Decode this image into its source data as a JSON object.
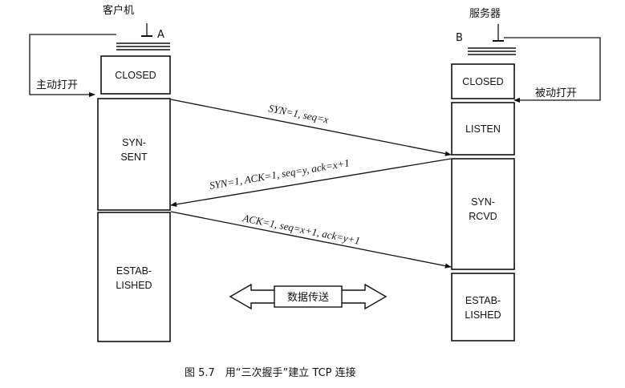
{
  "client": {
    "title": "客户机",
    "id": "A",
    "action": "主动打开"
  },
  "server": {
    "title": "服务器",
    "id": "B",
    "action": "被动打开"
  },
  "client_states": {
    "closed": "CLOSED",
    "syn_sent_1": "SYN-",
    "syn_sent_2": "SENT",
    "established_1": "ESTAB-",
    "established_2": "LISHED"
  },
  "server_states": {
    "closed": "CLOSED",
    "listen": "LISTEN",
    "syn_rcvd_1": "SYN-",
    "syn_rcvd_2": "RCVD",
    "established_1": "ESTAB-",
    "established_2": "LISHED"
  },
  "messages": {
    "syn": "SYN=1, seq=x",
    "syn_ack": "SYN=1, ACK=1, seq=y, ack=x+1",
    "ack": "ACK=1, seq=x+1, ack=y+1"
  },
  "data_transfer": "数据传送",
  "caption": "图 5.7　用“三次握手”建立 TCP 连接"
}
